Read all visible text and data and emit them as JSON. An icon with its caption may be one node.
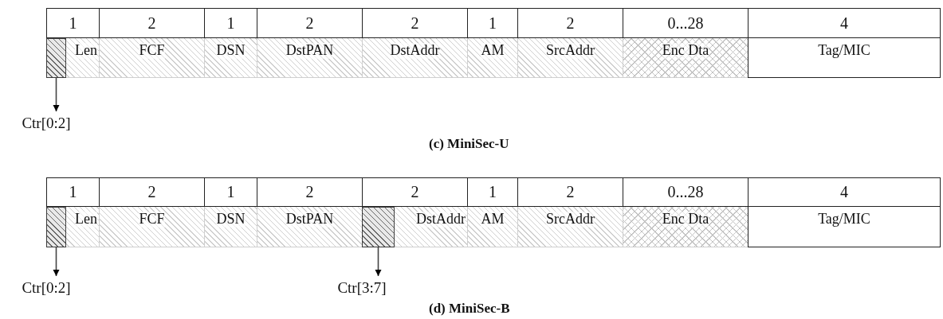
{
  "diagram": {
    "nodes": [
      {
        "text": [
          "1",
          "Len"
        ]
      },
      {
        "text": [
          "2",
          "FCF"
        ]
      },
      {
        "text": [
          "1",
          "DSN"
        ]
      },
      {
        "text": [
          "2",
          "DstPAN"
        ]
      },
      {
        "text": [
          "2",
          "DstAddr"
        ]
      },
      {
        "text": [
          "1",
          "AM"
        ]
      },
      {
        "text": [
          "2",
          "SrcAddr"
        ]
      },
      {
        "text": [
          "0...28",
          "Enc Dta"
        ]
      },
      {
        "text": [
          "4",
          "Tag/MIC"
        ]
      },
      {
        "text": [],
        "shape": "box",
        "in": 0
      },
      {
        "text": [
          "Ctr[0:2]"
        ]
      },
      {
        "text": [
          "1",
          "Len"
        ]
      },
      {
        "text": [
          "2",
          "FCF"
        ]
      },
      {
        "text": [
          "1",
          "DSN"
        ]
      },
      {
        "text": [
          "2",
          "DstPAN"
        ]
      },
      {
        "text": [
          "2",
          "DstAddr"
        ]
      },
      {
        "text": [
          "1",
          "AM"
        ]
      },
      {
        "text": [
          "2",
          "SrcAddr"
        ]
      },
      {
        "text": [
          "0...28",
          "Enc Dta"
        ]
      },
      {
        "text": [
          "4",
          "Tag/MIC"
        ]
      },
      {
        "text": [],
        "shape": "box",
        "in": 11
      },
      {
        "text": [],
        "shape": "box",
        "in": 15
      },
      {
        "text": [
          "Ctr[0:2]"
        ]
      },
      {
        "text": [
          "Ctr[3:7]"
        ]
      }
    ],
    "edges": [
      {
        "from": 9,
        "to": 10,
        "arrow": "to"
      },
      {
        "from": 20,
        "to": 22,
        "arrow": "to"
      },
      {
        "from": 21,
        "to": 23,
        "arrow": "to"
      }
    ],
    "labels": [
      "(c) MiniSec-U",
      "(d) MiniSec-B"
    ]
  }
}
